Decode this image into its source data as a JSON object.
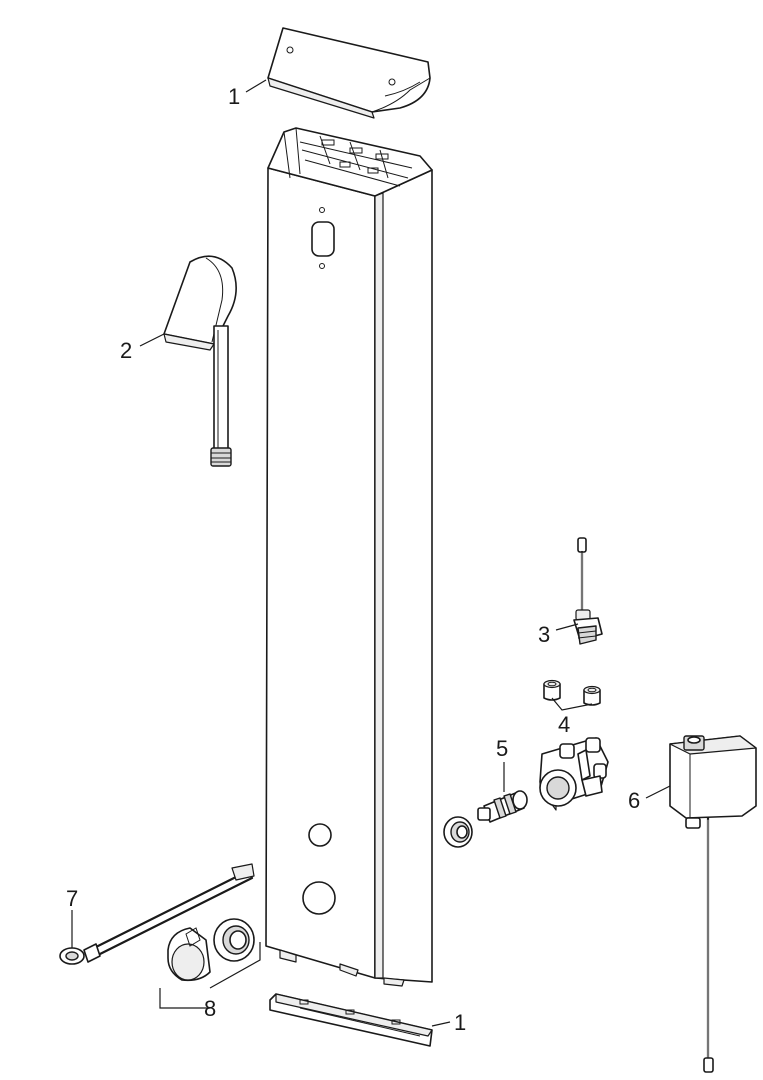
{
  "callouts": {
    "top_cover": "1",
    "spout": "2",
    "sensor_valve": "3",
    "nipples": "4",
    "cartridge": "5",
    "control_box": "6",
    "cable": "7",
    "handle_set": "8",
    "bottom_cover": "1"
  }
}
